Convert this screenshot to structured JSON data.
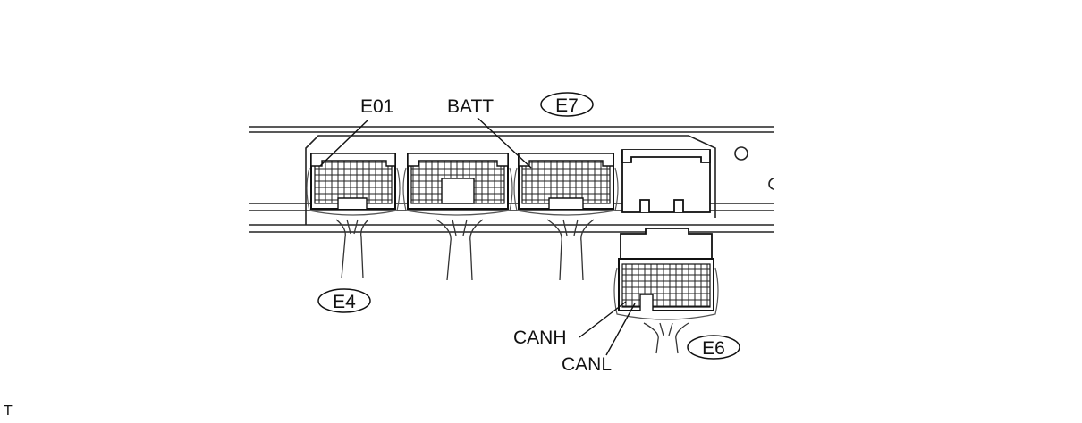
{
  "labels": {
    "e01": "E01",
    "batt": "BATT",
    "e7": "E7",
    "e4": "E4",
    "e6": "E6",
    "canh": "CANH",
    "canl": "CANL"
  },
  "corner_mark": "T",
  "colors": {
    "line": "#111111",
    "background": "#ffffff",
    "wire": "#555555"
  }
}
